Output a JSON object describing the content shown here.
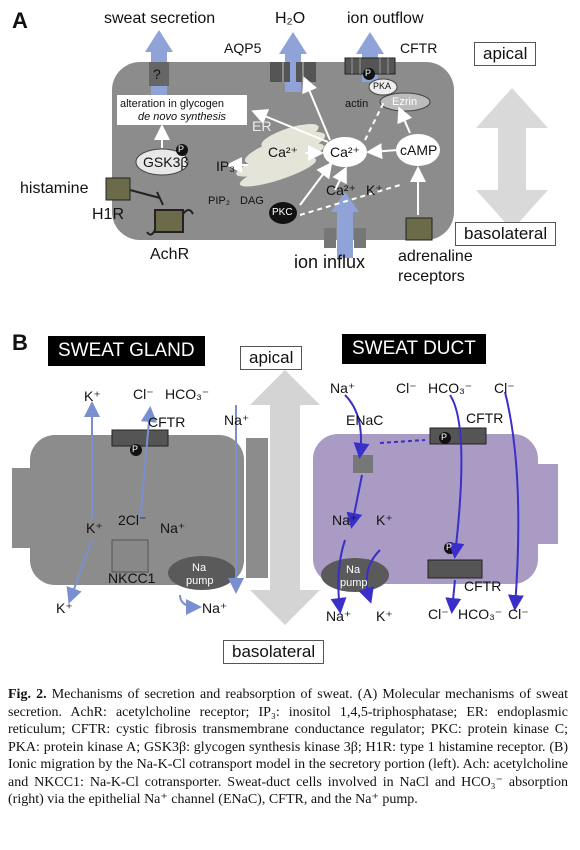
{
  "panelA": {
    "letter": "A",
    "sweat_secretion": "sweat secretion",
    "h2o": "H₂O",
    "ion_outflow": "ion outflow",
    "aqp5": "AQP5",
    "cftr": "CFTR",
    "question": "?",
    "glycogen": "alteration in glycogen",
    "glycogen2": "de novo synthesis",
    "er": "ER",
    "pka": "PKA",
    "actin": "actin",
    "ezrin": "Ezrin",
    "gsk3b": "GSK3β",
    "p": "P",
    "ip3": "IP₃",
    "ca_er": "Ca²⁺",
    "ca_cyto": "Ca²⁺",
    "camp": "cAMP",
    "histamine": "histamine",
    "h1r": "H1R",
    "pip2": "PIP₂",
    "dag": "DAG",
    "pkc": "PKC",
    "ca_in": "Ca²⁺",
    "k_in": "K⁺",
    "achr": "AchR",
    "ion_influx": "ion influx",
    "adrenaline": "adrenaline",
    "receptors": "receptors",
    "apical": "apical",
    "basolateral": "basolateral"
  },
  "panelB": {
    "letter": "B",
    "sweat_gland": "SWEAT GLAND",
    "sweat_duct": "SWEAT DUCT",
    "apical": "apical",
    "basolateral": "basolateral",
    "gland": {
      "k_top": "K⁺",
      "cl_top": "Cl⁻",
      "hco3_top": "HCO₃⁻",
      "cftr": "CFTR",
      "na_side": "Na⁺",
      "k_mid": "K⁺",
      "twocl": "2Cl⁻",
      "na_mid": "Na⁺",
      "nkcc1": "NKCC1",
      "na_pump1": "Na",
      "na_pump2": "pump",
      "k_bottom": "K⁺",
      "na_bottom": "Na⁺",
      "p": "P"
    },
    "duct": {
      "na_top": "Na⁺",
      "cl_top": "Cl⁻",
      "hco3_top": "HCO₃⁻",
      "cl_top2": "Cl⁻",
      "enac": "ENaC",
      "cftr_top": "CFTR",
      "na_mid": "Na⁺",
      "k_mid": "K⁺",
      "na_pump1": "Na",
      "na_pump2": "pump",
      "cftr_bottom": "CFTR",
      "na_bottom": "Na⁺",
      "k_bottom": "K⁺",
      "cl_bottom": "Cl⁻",
      "hco3_bottom": "HCO₃⁻",
      "cl_bottom2": "Cl⁻",
      "p1": "P",
      "p2": "P"
    }
  },
  "caption": {
    "label": "Fig. 2.",
    "text": "Mechanisms of secretion and reabsorption of sweat. (A) Molecular mechanisms of sweat secretion. AchR: acetylcholine receptor; IP₃: inositol 1,4,5-triphosphatase; ER: endoplasmic reticulum; CFTR: cystic fibrosis transmembrane conductance regulator; PKC: protein kinase C; PKA: protein kinase A; GSK3β: glycogen synthesis kinase 3β; H1R: type 1 histamine receptor. (B) Ionic migration by the Na-K-Cl cotransport model in the secretory portion (left). Ach: acetylcholine and NKCC1: Na-K-Cl cotransporter. Sweat-duct cells involved in NaCl and HCO₃⁻ absorption (right) via the epithelial Na⁺ channel (ENaC), CFTR, and the Na⁺ pump."
  },
  "colors": {
    "cell_gray": "#8c8c8c",
    "light_gray": "#c9c9c9",
    "duct_purple": "#a99bc4",
    "arrow_blue": "#7a8fd0",
    "duct_arrow": "#3a2fc8"
  }
}
